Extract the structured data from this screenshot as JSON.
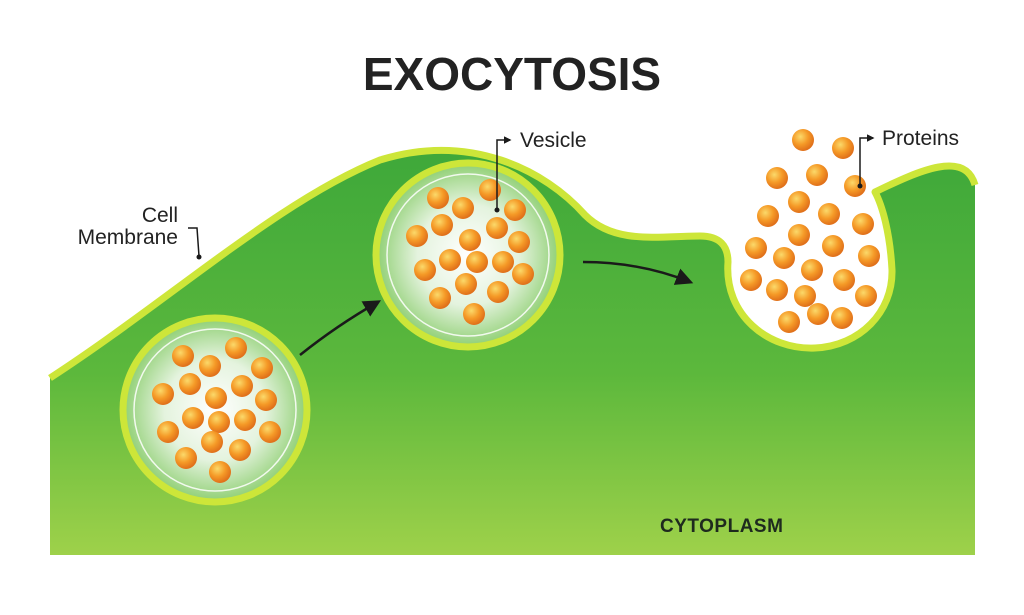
{
  "title": "EXOCYTOSIS",
  "labels": {
    "cell_membrane_line1": "Cell",
    "cell_membrane_line2": "Membrane",
    "vesicle": "Vesicle",
    "proteins": "Proteins",
    "cytoplasm": "CYTOPLASM"
  },
  "colors": {
    "cytoplasm": "#5cb83c",
    "membrane": "#cde639",
    "protein": "#f28a1e",
    "protein_highlight": "#fbd96a",
    "vesicle_core": "#ffffff",
    "arrow": "#1a1a1a",
    "text": "#222222"
  }
}
